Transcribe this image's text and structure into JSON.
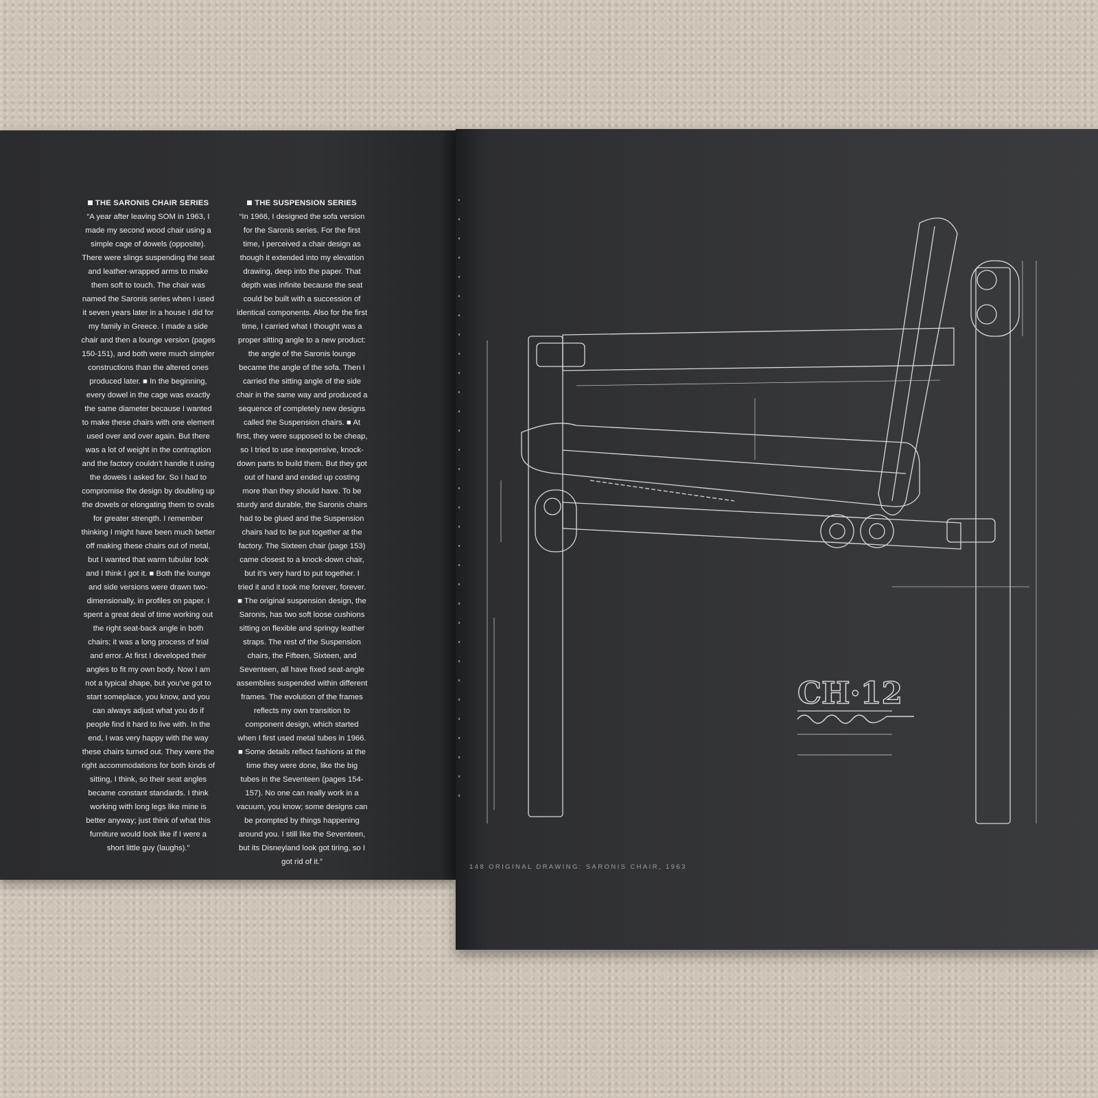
{
  "left_page": {
    "col1": {
      "heading": "THE SARONIS CHAIR SERIES",
      "text": "“A year after leaving SOM in 1963, I made my second wood chair using a simple cage of dowels (opposite). There were slings suspending the seat and leather-wrapped arms to make them soft to touch. The chair was named the Saronis series when I used it seven years later in a house I did for my family in Greece. I made a side chair and then a lounge version (pages 150-151), and both were much simpler constructions than the altered ones produced later. ■ In the beginning, every dowel in the cage was exactly the same diameter because I wanted to make these chairs with one element used over and over again. But there was a lot of weight in the contraption and the factory couldn’t handle it using the dowels I asked for. So I had to compromise the design by doubling up the dowels or elongating them to ovals for greater strength. I remember thinking I might have been much better off making these chairs out of metal, but I wanted that warm tubular look and I think I got it. ■ Both the lounge and side versions were drawn two-dimensionally, in profiles on paper. I spent a great deal of time working out the right seat-back angle in both chairs; it was a long process of trial and error. At first I developed their angles to fit my own body. Now I am not a typical shape, but you’ve got to start someplace, you know, and you can always adjust what you do if people find it hard to live with. In the end, I was very happy with the way these chairs turned out. They were the right accommodations for both kinds of sitting, I think, so their seat angles became constant standards. I think working with long legs like mine is better anyway; just think of what this furniture would look like if I were a short little guy (laughs).”"
    },
    "col2": {
      "heading": "THE SUSPENSION SERIES",
      "text": "“In 1966, I designed the sofa version for the Saronis series. For the first time, I perceived a chair design as though it extended into my elevation drawing, deep into the paper. That depth was infinite because the seat could be built with a succession of identical components. Also for the first time, I carried what I thought was a proper sitting angle to a new product: the angle of the Saronis lounge became the angle of the sofa. Then I carried the sitting angle of the side chair in the same way and produced a sequence of completely new designs called the Suspension chairs. ■ At first, they were supposed to be cheap, so I tried to use inexpensive, knock-down parts to build them. But they got out of hand and ended up costing more than they should have. To be sturdy and durable, the Saronis chairs had to be glued and the Suspension chairs had to be put together at the factory. The Sixteen chair (page 153) came closest to a knock-down chair, but it’s very hard to put together. I tried it and it took me forever, forever. ■ The original suspension design, the Saronis, has two soft loose cushions sitting on flexible and springy leather straps. The rest of the Suspension chairs, the Fifteen, Sixteen, and Seventeen, all have fixed seat-angle assemblies suspended within different frames. The evolution of the frames reflects my own transition to component design, which started when I first used metal tubes in 1966. ■ Some details reflect fashions at the time they were done, like the big tubes in the Seventeen (pages 154-157). No one can really work in a vacuum, you know; some designs can be prompted by things happening around you. I still like the Seventeen, but its Disneyland look got tiring, so I got rid of it.”"
    }
  },
  "right_page": {
    "caption": "148 ORIGINAL DRAWING: SARONIS CHAIR, 1963",
    "title_block": {
      "code": "CH·12"
    }
  },
  "colors": {
    "page_dark": "#303134",
    "ink_white": "#f0f0f0",
    "line": "#d9d9d9",
    "carpet": "#cdc3b6"
  }
}
